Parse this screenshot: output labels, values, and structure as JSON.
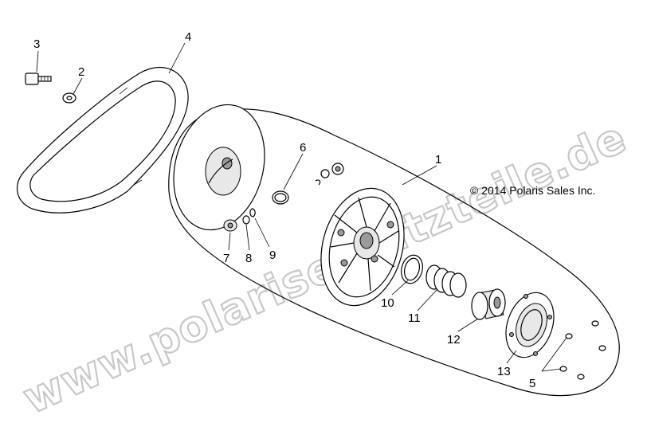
{
  "copyright": "© 2014 Polaris Sales Inc.",
  "watermark": "www.polarisersatzteile.de",
  "callouts": [
    {
      "id": "3",
      "label": "3"
    },
    {
      "id": "2",
      "label": "2"
    },
    {
      "id": "4",
      "label": "4"
    },
    {
      "id": "6",
      "label": "6"
    },
    {
      "id": "1",
      "label": "1"
    },
    {
      "id": "7",
      "label": "7"
    },
    {
      "id": "8",
      "label": "8"
    },
    {
      "id": "9",
      "label": "9"
    },
    {
      "id": "10",
      "label": "10"
    },
    {
      "id": "11",
      "label": "11"
    },
    {
      "id": "12",
      "label": "12"
    },
    {
      "id": "13",
      "label": "13"
    },
    {
      "id": "5",
      "label": "5"
    }
  ],
  "colors": {
    "line": "#000000",
    "watermark_outline": "#c8c8c8",
    "background": "#ffffff"
  }
}
